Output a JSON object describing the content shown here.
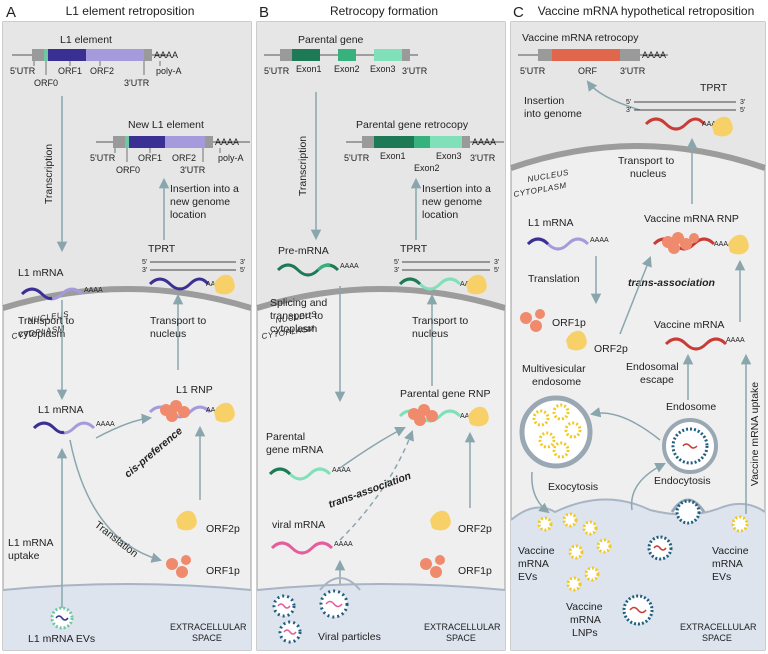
{
  "panels": {
    "a": {
      "letter": "A",
      "title": "L1 element retroposition"
    },
    "b": {
      "letter": "B",
      "title": "Retrocopy formation"
    },
    "c": {
      "letter": "C",
      "title": "Vaccine mRNA hypothetical retroposition"
    }
  },
  "compartments": {
    "nucleus": "NUCLEUS",
    "cytoplasm": "CYTOPLASM",
    "extracellular_line1": "EXTRACELLULAR",
    "extracellular_line2": "SPACE"
  },
  "gene_parts": {
    "utr5": "5'UTR",
    "utr3": "3'UTR",
    "orf0": "ORF0",
    "orf1": "ORF1",
    "orf2": "ORF2",
    "polya": "poly-A",
    "aaaa": "AAAA",
    "exon1": "Exon1",
    "exon2": "Exon2",
    "exon3": "Exon3",
    "orf": "ORF",
    "p5": "5'",
    "p3": "3'"
  },
  "panel_a": {
    "l1_element": "L1 element",
    "new_l1_element": "New L1 element",
    "transcription": "Transcription",
    "insertion_l1": "Insertion into a",
    "insertion_l2": "new genome",
    "insertion_l3": "location",
    "tprt": "TPRT",
    "l1_mrna": "L1 mRNA",
    "transport_cyto_l1": "Transport to",
    "transport_cyto_l2": "cytoplasm",
    "transport_nuc_l1": "Transport to",
    "transport_nuc_l2": "nucleus",
    "l1_rnp": "L1 RNP",
    "l1_mrna_cyto": "L1 mRNA",
    "cis_preference": "cis-preference",
    "translation": "Translation",
    "orf2p": "ORF2p",
    "orf1p": "ORF1p",
    "uptake_l1": "L1 mRNA",
    "uptake_l2": "uptake",
    "evs": "L1 mRNA EVs"
  },
  "panel_b": {
    "parental_gene": "Parental gene",
    "retrocopy": "Parental gene retrocopy",
    "transcription": "Transcription",
    "pre_mrna": "Pre-mRNA",
    "splicing_l1": "Splicing and",
    "splicing_l2": "transport to",
    "splicing_l3": "cytoplasm",
    "insertion_l1": "Insertion into a",
    "insertion_l2": "new genome",
    "insertion_l3": "location",
    "tprt": "TPRT",
    "transport_nuc_l1": "Transport to",
    "transport_nuc_l2": "nucleus",
    "rnp": "Parental gene RNP",
    "mrna_l1": "Parental",
    "mrna_l2": "gene mRNA",
    "trans_association": "trans-association",
    "viral_mrna": "viral mRNA",
    "orf2p": "ORF2p",
    "orf1p": "ORF1p",
    "viral_particles": "Viral particles"
  },
  "panel_c": {
    "retrocopy": "Vaccine mRNA retrocopy",
    "tprt": "TPRT",
    "insertion_l1": "Insertion",
    "insertion_l2": "into genome",
    "transport_nuc_l1": "Transport to",
    "transport_nuc_l2": "nucleus",
    "l1_mrna": "L1 mRNA",
    "vaccine_rnp": "Vaccine mRNA RNP",
    "translation": "Translation",
    "trans_association": "trans-association",
    "orf1p": "ORF1p",
    "orf2p": "ORF2p",
    "vaccine_mrna": "Vaccine mRNA",
    "escape_l1": "Endosomal",
    "escape_l2": "escape",
    "mve_l1": "Multivesicular",
    "mve_l2": "endosome",
    "endosome": "Endosome",
    "exocytosis": "Exocytosis",
    "endocytosis": "Endocytosis",
    "uptake": "Vaccine mRNA uptake",
    "evs_left_l1": "Vaccine",
    "evs_left_l2": "mRNA",
    "evs_left_l3": "EVs",
    "evs_right_l1": "Vaccine",
    "evs_right_l2": "mRNA",
    "evs_right_l3": "EVs",
    "lnps_l1": "Vaccine",
    "lnps_l2": "mRNA",
    "lnps_l3": "LNPs"
  },
  "colors": {
    "panel_bg": "#efefef",
    "nucleus_fill": "#e6e6e6",
    "membrane": "#a0a0a0",
    "extracellular": "#dde4ee",
    "orf1_dark": "#3a2f93",
    "orf2_light": "#a59bdc",
    "exon_dark": "#1e7a56",
    "exon_mid": "#37b27c",
    "exon_light": "#7fe0b9",
    "vaccine_orf": "#e0664c",
    "viral_pink": "#e65c9c",
    "vaccine_red": "#c93b36",
    "protein_orf1": "#f08a6d",
    "protein_orf2": "#f7d067",
    "arrow": "#8aa6ad",
    "lnp_blue": "#215f80",
    "ev_yellow": "#f3c91e"
  }
}
